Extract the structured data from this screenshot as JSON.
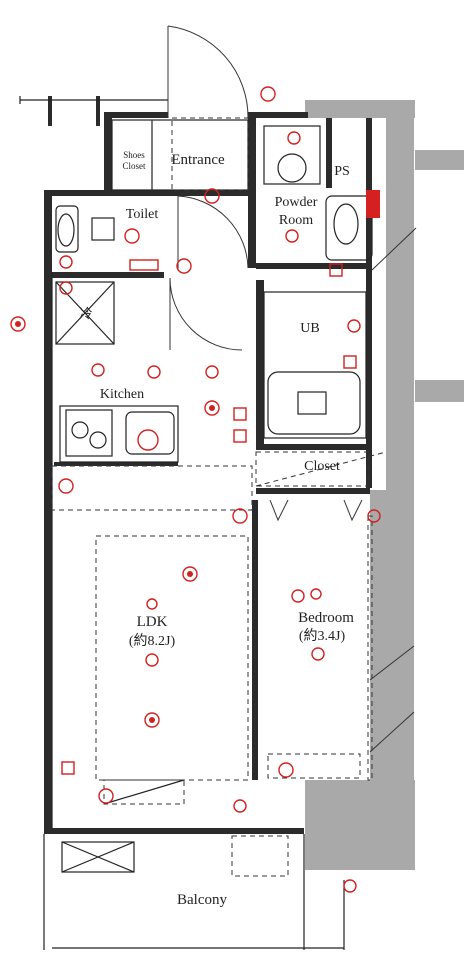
{
  "rooms": {
    "entrance": "Entrance",
    "shoes_closet_line1": "Shoes",
    "shoes_closet_line2": "Closet",
    "ps": "PS",
    "powder_room_line1": "Powder",
    "powder_room_line2": "Room",
    "toilet": "Toilet",
    "ub": "UB",
    "kitchen": "Kitchen",
    "closet": "Closet",
    "ldk": "LDK",
    "ldk_size": "(約8.2J)",
    "bedroom": "Bedroom",
    "bedroom_size": "(約3.4J)",
    "balcony": "Balcony",
    "fridge": "冷"
  },
  "colors": {
    "wall": "#2b2b2b",
    "outer_wall": "#a9a9a9",
    "electrical_symbols": "#d42020"
  }
}
